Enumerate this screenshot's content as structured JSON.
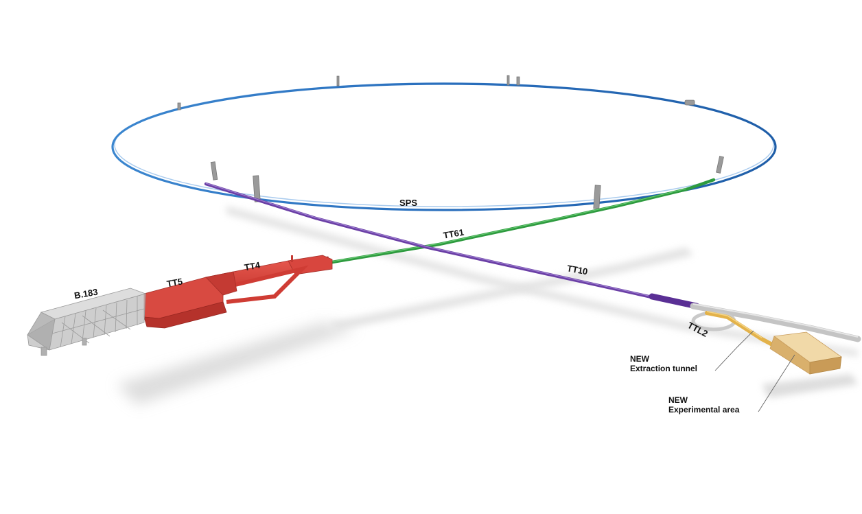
{
  "labels": {
    "ring": "SPS",
    "tt61": "TT61",
    "tt10": "TT10",
    "tt4": "TT4",
    "tt5": "TT5",
    "building": "B.183",
    "ttl2": "TTL2",
    "extraction_new": "NEW",
    "extraction_name": "Extraction tunnel",
    "experimental_new": "NEW",
    "experimental_name": "Experimental area"
  },
  "colors": {
    "ring": "#2a6fbd",
    "ring_inner": "#7fb2e3",
    "tt61": "#2e9b3f",
    "tt10": "#6b3fa6",
    "tt4_tt5": "#d9453e",
    "building": "#b5b5b5",
    "new_tunnel": "#e3b24a",
    "experimental_area": "#e3c185",
    "shadow": "#d6d6d6",
    "label_text": "#111111"
  }
}
